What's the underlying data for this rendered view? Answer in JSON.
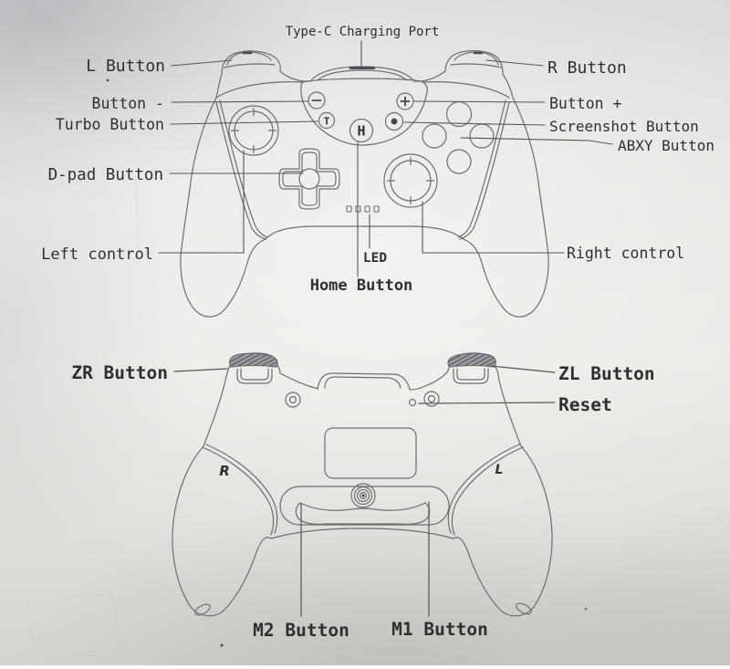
{
  "front": {
    "labels": {
      "type_c": "Type-C Charging Port",
      "l": "L Button",
      "r": "R Button",
      "minus": "Button -",
      "plus": "Button +",
      "turbo": "Turbo Button",
      "screenshot": "Screenshot Button",
      "abxy": "ABXY Button",
      "dpad": "D-pad Button",
      "left_control": "Left control",
      "right_control": "Right control",
      "led": "LED",
      "home": "Home Button"
    },
    "glyphs": {
      "turbo": "T",
      "home": "H"
    }
  },
  "back": {
    "labels": {
      "zr": "ZR Button",
      "zl": "ZL Button",
      "reset": "Reset",
      "m2": "M2 Button",
      "m1": "M1 Button"
    },
    "grip_letters": {
      "left": "R",
      "right": "L"
    }
  },
  "colors": {
    "paper": "#e7e5e2",
    "paper_shadow": "#cfced2",
    "diagram_line": "#6d6d72",
    "callout_line": "#55555a",
    "ink": "#2f2f33",
    "trigger_hatch": "#7a7a80"
  }
}
